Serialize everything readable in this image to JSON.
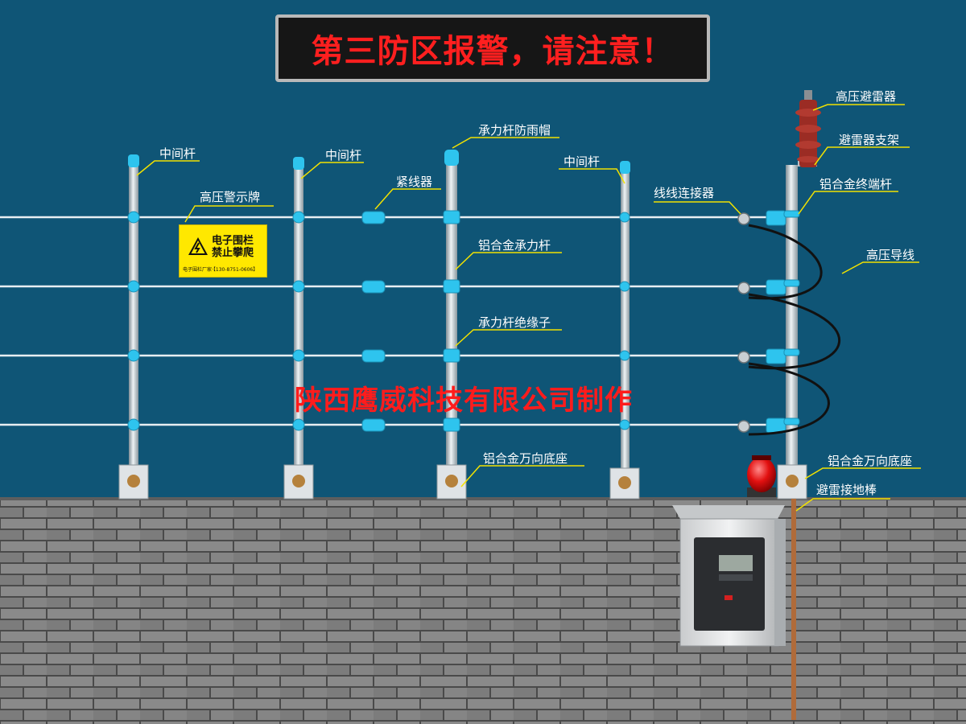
{
  "banner": {
    "text": "第三防区报警，请注意！"
  },
  "watermark": "陕西鹰威科技有限公司制作",
  "sign": {
    "line1": "电子围栏",
    "line2": "禁止攀爬",
    "footer": "电子围栏厂家·【130-8751-0606】"
  },
  "labels": {
    "mid_pole_1": "中间杆",
    "mid_pole_2": "中间杆",
    "mid_pole_3": "中间杆",
    "warning_sign": "高压警示牌",
    "tensioner": "紧线器",
    "rain_cap": "承力杆防雨帽",
    "load_pole": "铝合金承力杆",
    "load_insulator": "承力杆绝缘子",
    "base_1": "铝合金万向底座",
    "wire_connector": "线线连接器",
    "arrester": "高压避雷器",
    "arrester_bracket": "避雷器支架",
    "terminal_pole": "铝合金终端杆",
    "hv_wire": "高压导线",
    "base_2": "铝合金万向底座",
    "ground_rod": "避雷接地棒"
  },
  "colors": {
    "background": "#0f5576",
    "banner_text": "#ff1f1f",
    "watermark": "#ff1c1c",
    "sign": "#ffe800",
    "insulator": "#2ec4ee",
    "leader": "#f2e200"
  }
}
